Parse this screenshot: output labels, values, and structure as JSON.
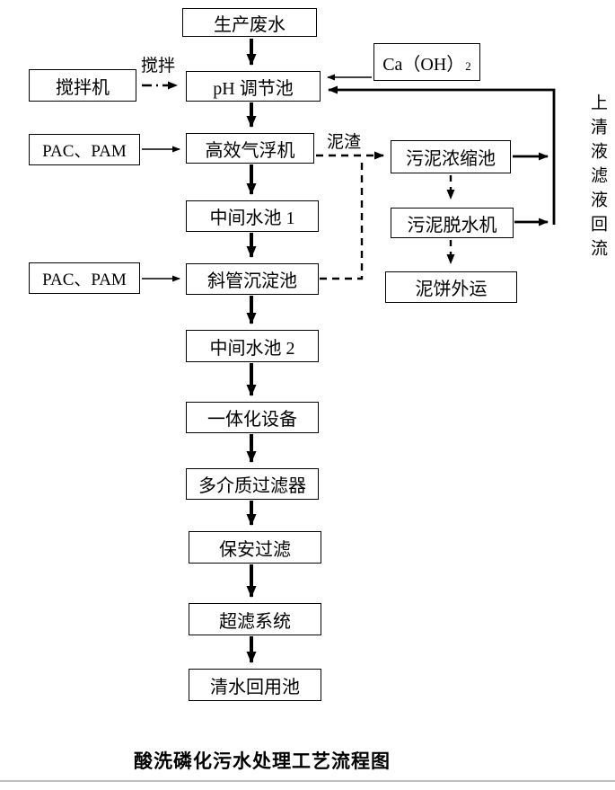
{
  "page": {
    "caption": "酸洗磷化污水处理工艺流程图",
    "background_color": "#ffffff",
    "line_color": "#000000",
    "divider_color": "#bfbfbf"
  },
  "nodes": {
    "production_wastewater": {
      "label": "生产废水"
    },
    "mixer": {
      "label": "搅拌机"
    },
    "ph_tank": {
      "label": "pH 调节池"
    },
    "ca_oh2": {
      "label": "Ca（OH）",
      "sub": "2"
    },
    "pac_pam_1": {
      "label": "PAC、PAM"
    },
    "daf": {
      "label": "高效气浮机"
    },
    "sludge_thickener": {
      "label": "污泥浓缩池"
    },
    "intermediate_tank_1": {
      "label": "中间水池 1"
    },
    "sludge_dewaterer": {
      "label": "污泥脱水机"
    },
    "pac_pam_2": {
      "label": "PAC、PAM"
    },
    "inclined_tube_settler": {
      "label": "斜管沉淀池"
    },
    "mud_cake_out": {
      "label": "泥饼外运"
    },
    "intermediate_tank_2": {
      "label": "中间水池 2"
    },
    "integrated_equipment": {
      "label": "一体化设备"
    },
    "multimedia_filter": {
      "label": "多介质过滤器"
    },
    "security_filter": {
      "label": "保安过滤"
    },
    "ultrafiltration": {
      "label": "超滤系统"
    },
    "clean_water_reuse": {
      "label": "清水回用池"
    }
  },
  "edge_labels": {
    "stirring": "搅拌",
    "sludge_residue": "泥渣",
    "supernatant_return": "上清液滤液回流"
  },
  "flows": [
    {
      "from": "生产废水",
      "to": "pH 调节池",
      "style": "solid-thick"
    },
    {
      "from": "搅拌机",
      "to": "pH 调节池",
      "style": "dash-dot",
      "label": "搅拌"
    },
    {
      "from": "Ca（OH）2",
      "to": "pH 调节池",
      "style": "solid-thin"
    },
    {
      "from": "pH 调节池",
      "to": "高效气浮机",
      "style": "solid-thick"
    },
    {
      "from": "PAC、PAM",
      "to": "高效气浮机",
      "style": "solid-thin"
    },
    {
      "from": "高效气浮机",
      "to": "污泥浓缩池",
      "style": "dashed",
      "label": "泥渣"
    },
    {
      "from": "高效气浮机",
      "to": "中间水池 1",
      "style": "solid-thick"
    },
    {
      "from": "中间水池 1",
      "to": "斜管沉淀池",
      "style": "solid-thick"
    },
    {
      "from": "PAC、PAM",
      "to": "斜管沉淀池",
      "style": "solid-thin"
    },
    {
      "from": "斜管沉淀池",
      "to": "污泥浓缩池",
      "style": "dashed"
    },
    {
      "from": "斜管沉淀池",
      "to": "中间水池 2",
      "style": "solid-thick"
    },
    {
      "from": "中间水池 2",
      "to": "一体化设备",
      "style": "solid-thick"
    },
    {
      "from": "一体化设备",
      "to": "多介质过滤器",
      "style": "solid-thick"
    },
    {
      "from": "多介质过滤器",
      "to": "保安过滤",
      "style": "solid-thick"
    },
    {
      "from": "保安过滤",
      "to": "超滤系统",
      "style": "solid-thick"
    },
    {
      "from": "超滤系统",
      "to": "清水回用池",
      "style": "solid-thick"
    },
    {
      "from": "污泥浓缩池",
      "to": "污泥脱水机",
      "style": "dashed"
    },
    {
      "from": "污泥脱水机",
      "to": "泥饼外运",
      "style": "dashed"
    },
    {
      "from": "污泥浓缩池",
      "to": "pH 调节池",
      "style": "solid-return",
      "label": "上清液滤液回流"
    },
    {
      "from": "污泥脱水机",
      "to": "pH 调节池",
      "style": "solid-return",
      "label": "上清液滤液回流"
    }
  ]
}
